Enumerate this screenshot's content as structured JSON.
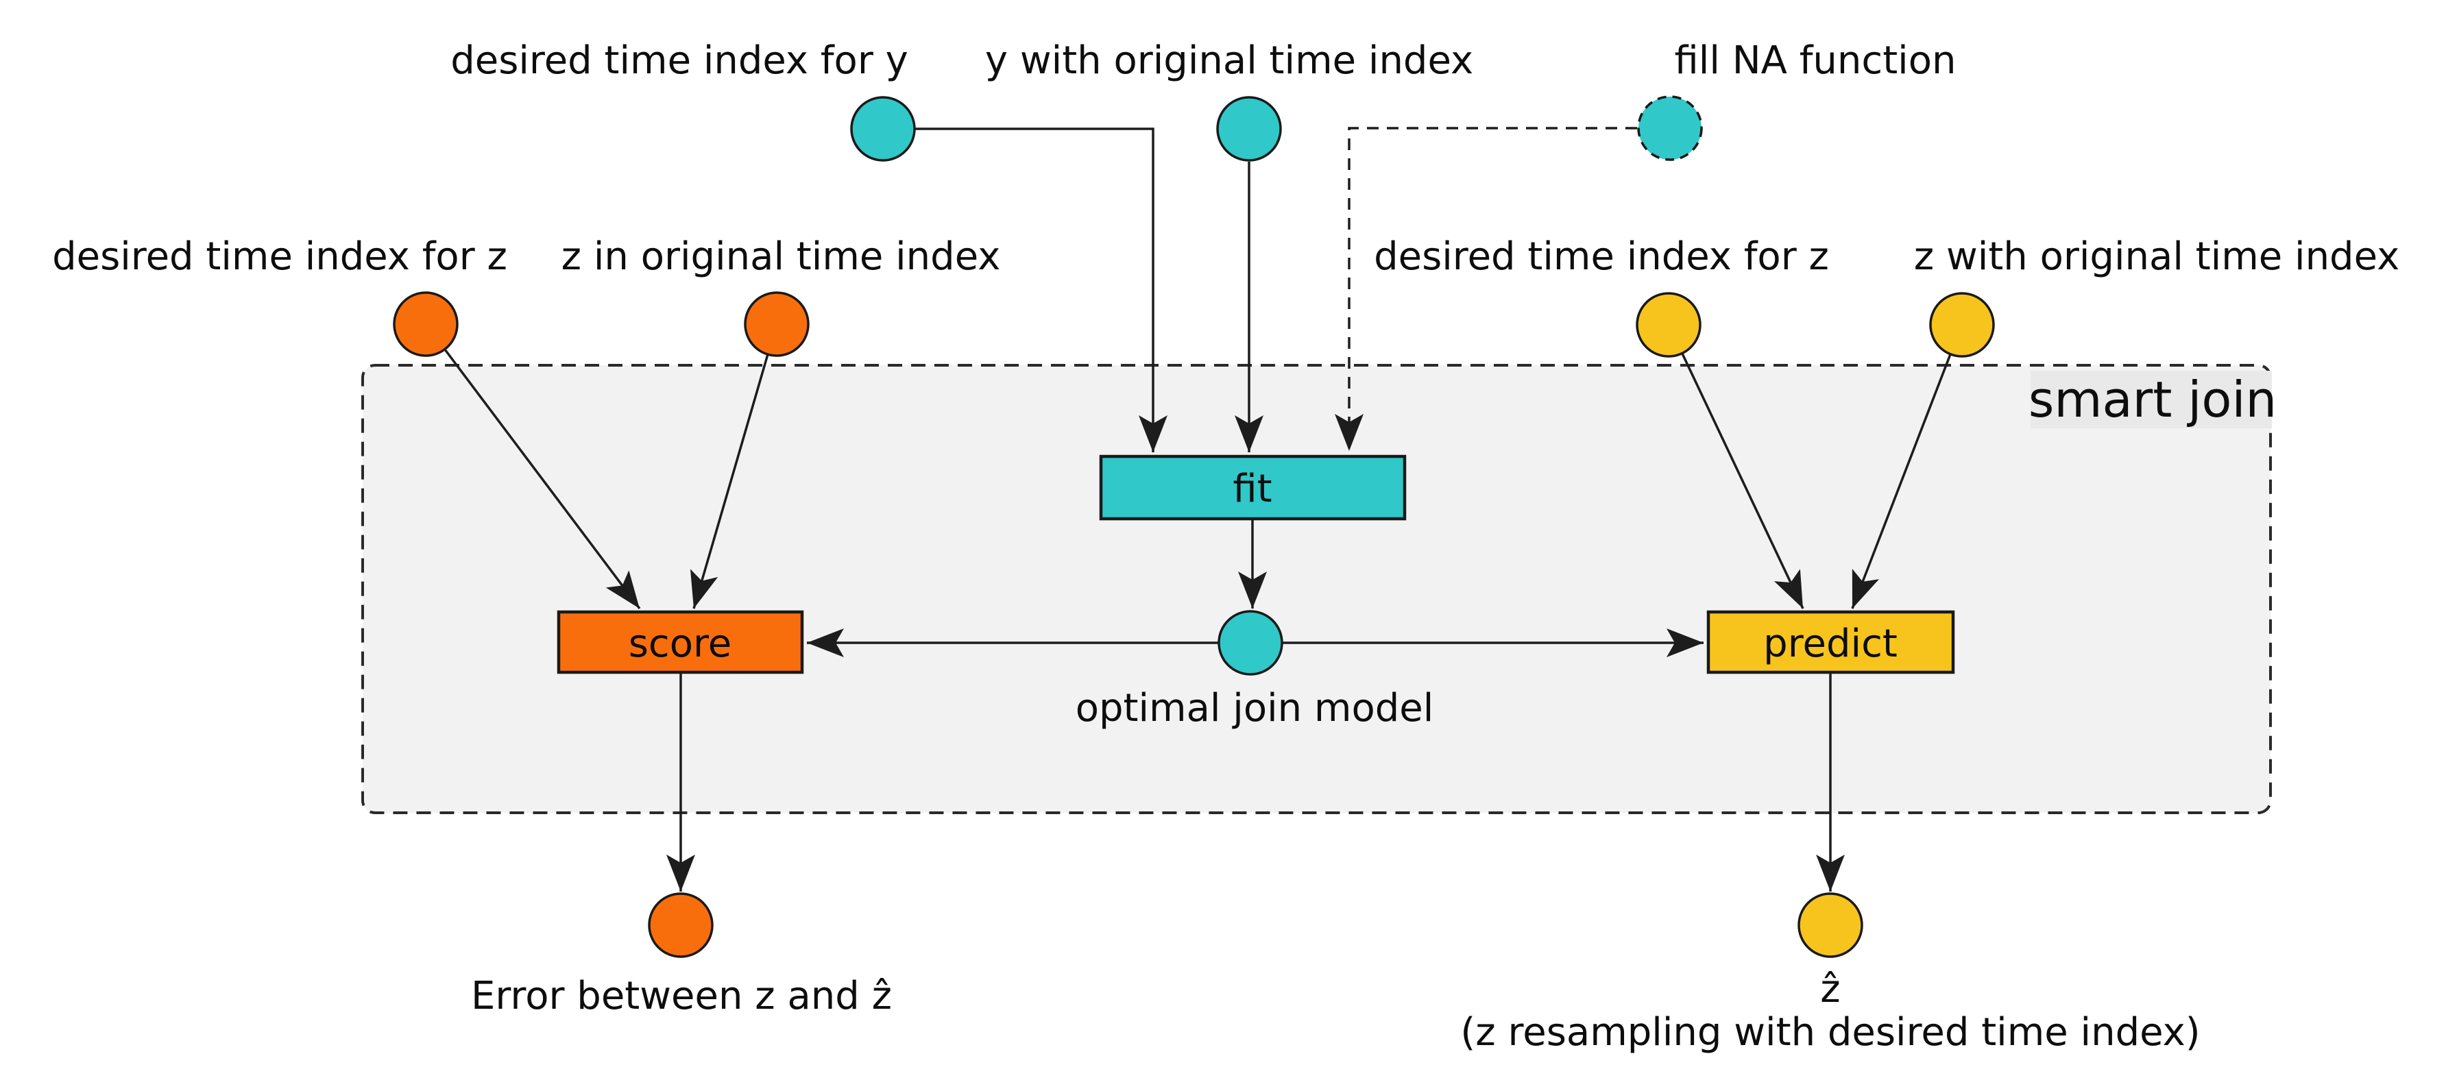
{
  "colors": {
    "background": "#ffffff",
    "region_fill": "#f2f2f2",
    "region_label_bg": "#e9e9e9",
    "teal": "#30c8c8",
    "orange": "#f96e0c",
    "yellow": "#f7c41d"
  },
  "container": {
    "label": "smart join"
  },
  "nodes": {
    "fit": {
      "label": "fit"
    },
    "score": {
      "label": "score"
    },
    "predict": {
      "label": "predict"
    },
    "optimal_join_model": {
      "label": "optimal join model"
    }
  },
  "inputs": {
    "desired_y": {
      "label": "desired time index for y"
    },
    "y_original": {
      "label": "y with original time index"
    },
    "fill_na": {
      "label": "fill NA function"
    },
    "desired_z_left": {
      "label": "desired time index for z"
    },
    "z_original_left": {
      "label": "z in original time index"
    },
    "desired_z_right": {
      "label": "desired time index for z"
    },
    "z_original_right": {
      "label": "z with original time index"
    }
  },
  "outputs": {
    "error": {
      "label": "Error between z and ẑ"
    },
    "z_hat": {
      "label": "ẑ"
    },
    "z_hat_caption": {
      "label": "(z resampling with desired time index)"
    }
  }
}
